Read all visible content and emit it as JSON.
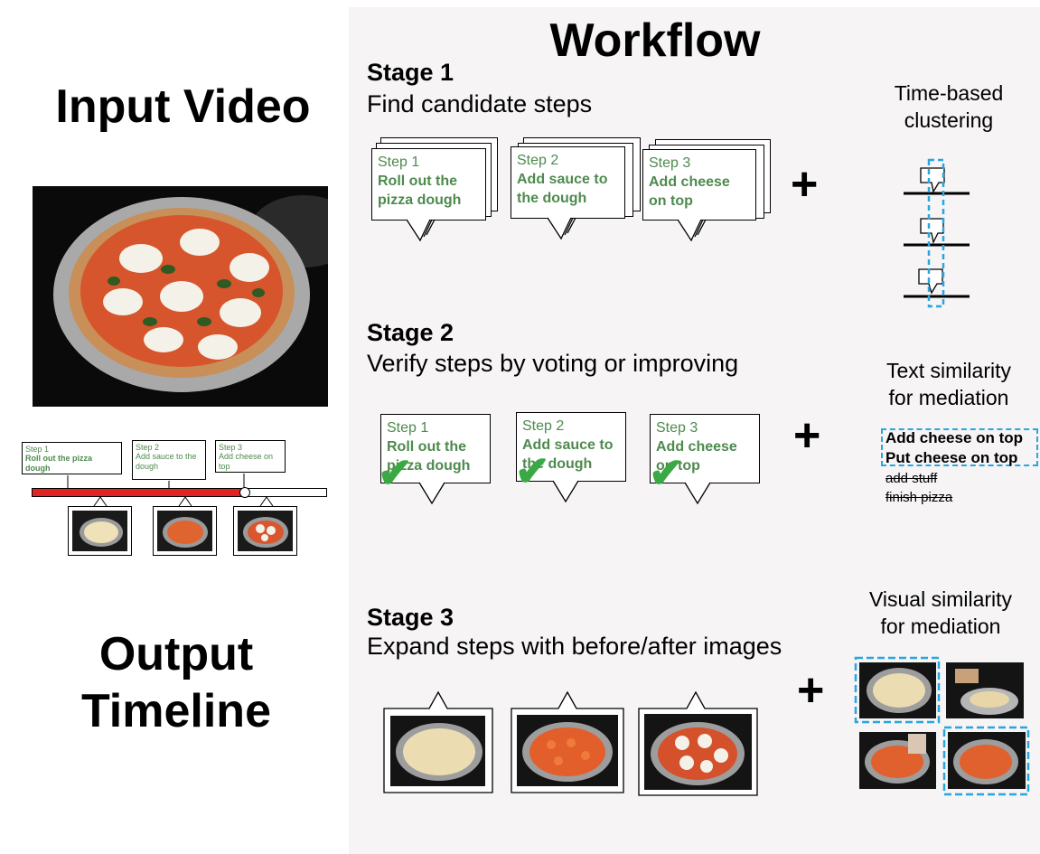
{
  "left": {
    "input_title": "Input Video",
    "output_title_1": "Output",
    "output_title_2": "Timeline",
    "timeline_steps": [
      {
        "num": "Step 1",
        "text": "Roll out the pizza dough"
      },
      {
        "num": "Step 2",
        "text": "Add sauce to the dough"
      },
      {
        "num": "Step 3",
        "text": "Add cheese on top"
      }
    ],
    "progress_fraction": 0.72
  },
  "workflow": {
    "title": "Workflow",
    "stage1": {
      "title": "Stage 1",
      "subtitle": "Find candidate steps",
      "steps": [
        {
          "num": "Step 1",
          "text": "Roll out the pizza dough"
        },
        {
          "num": "Step 2",
          "text": "Add sauce to the dough"
        },
        {
          "num": "Step 3",
          "text": "Add cheese on top"
        }
      ],
      "plus": "+",
      "mechanism_1": "Time-based",
      "mechanism_2": "clustering"
    },
    "stage2": {
      "title": "Stage 2",
      "subtitle": "Verify steps by voting or improving",
      "steps": [
        {
          "num": "Step 1",
          "text": "Roll out the pizza dough"
        },
        {
          "num": "Step 2",
          "text": "Add sauce to the dough"
        },
        {
          "num": "Step 3",
          "text": "Add cheese on top"
        }
      ],
      "check": "✔",
      "plus": "+",
      "mechanism_1": "Text similarity",
      "mechanism_2": "for mediation",
      "candidates": [
        "Add cheese on top",
        "Put cheese on top",
        "add stuff",
        "finish pizza"
      ]
    },
    "stage3": {
      "title": "Stage 3",
      "subtitle": "Expand steps with before/after images",
      "plus": "+",
      "mechanism_1": "Visual similarity",
      "mechanism_2": "for mediation"
    }
  },
  "colors": {
    "step_text": "#4e8a4e",
    "check": "#3aa843",
    "progress": "#e02424",
    "dashed_highlight": "#29a6e0",
    "panel_bg": "#f6f4f4"
  }
}
